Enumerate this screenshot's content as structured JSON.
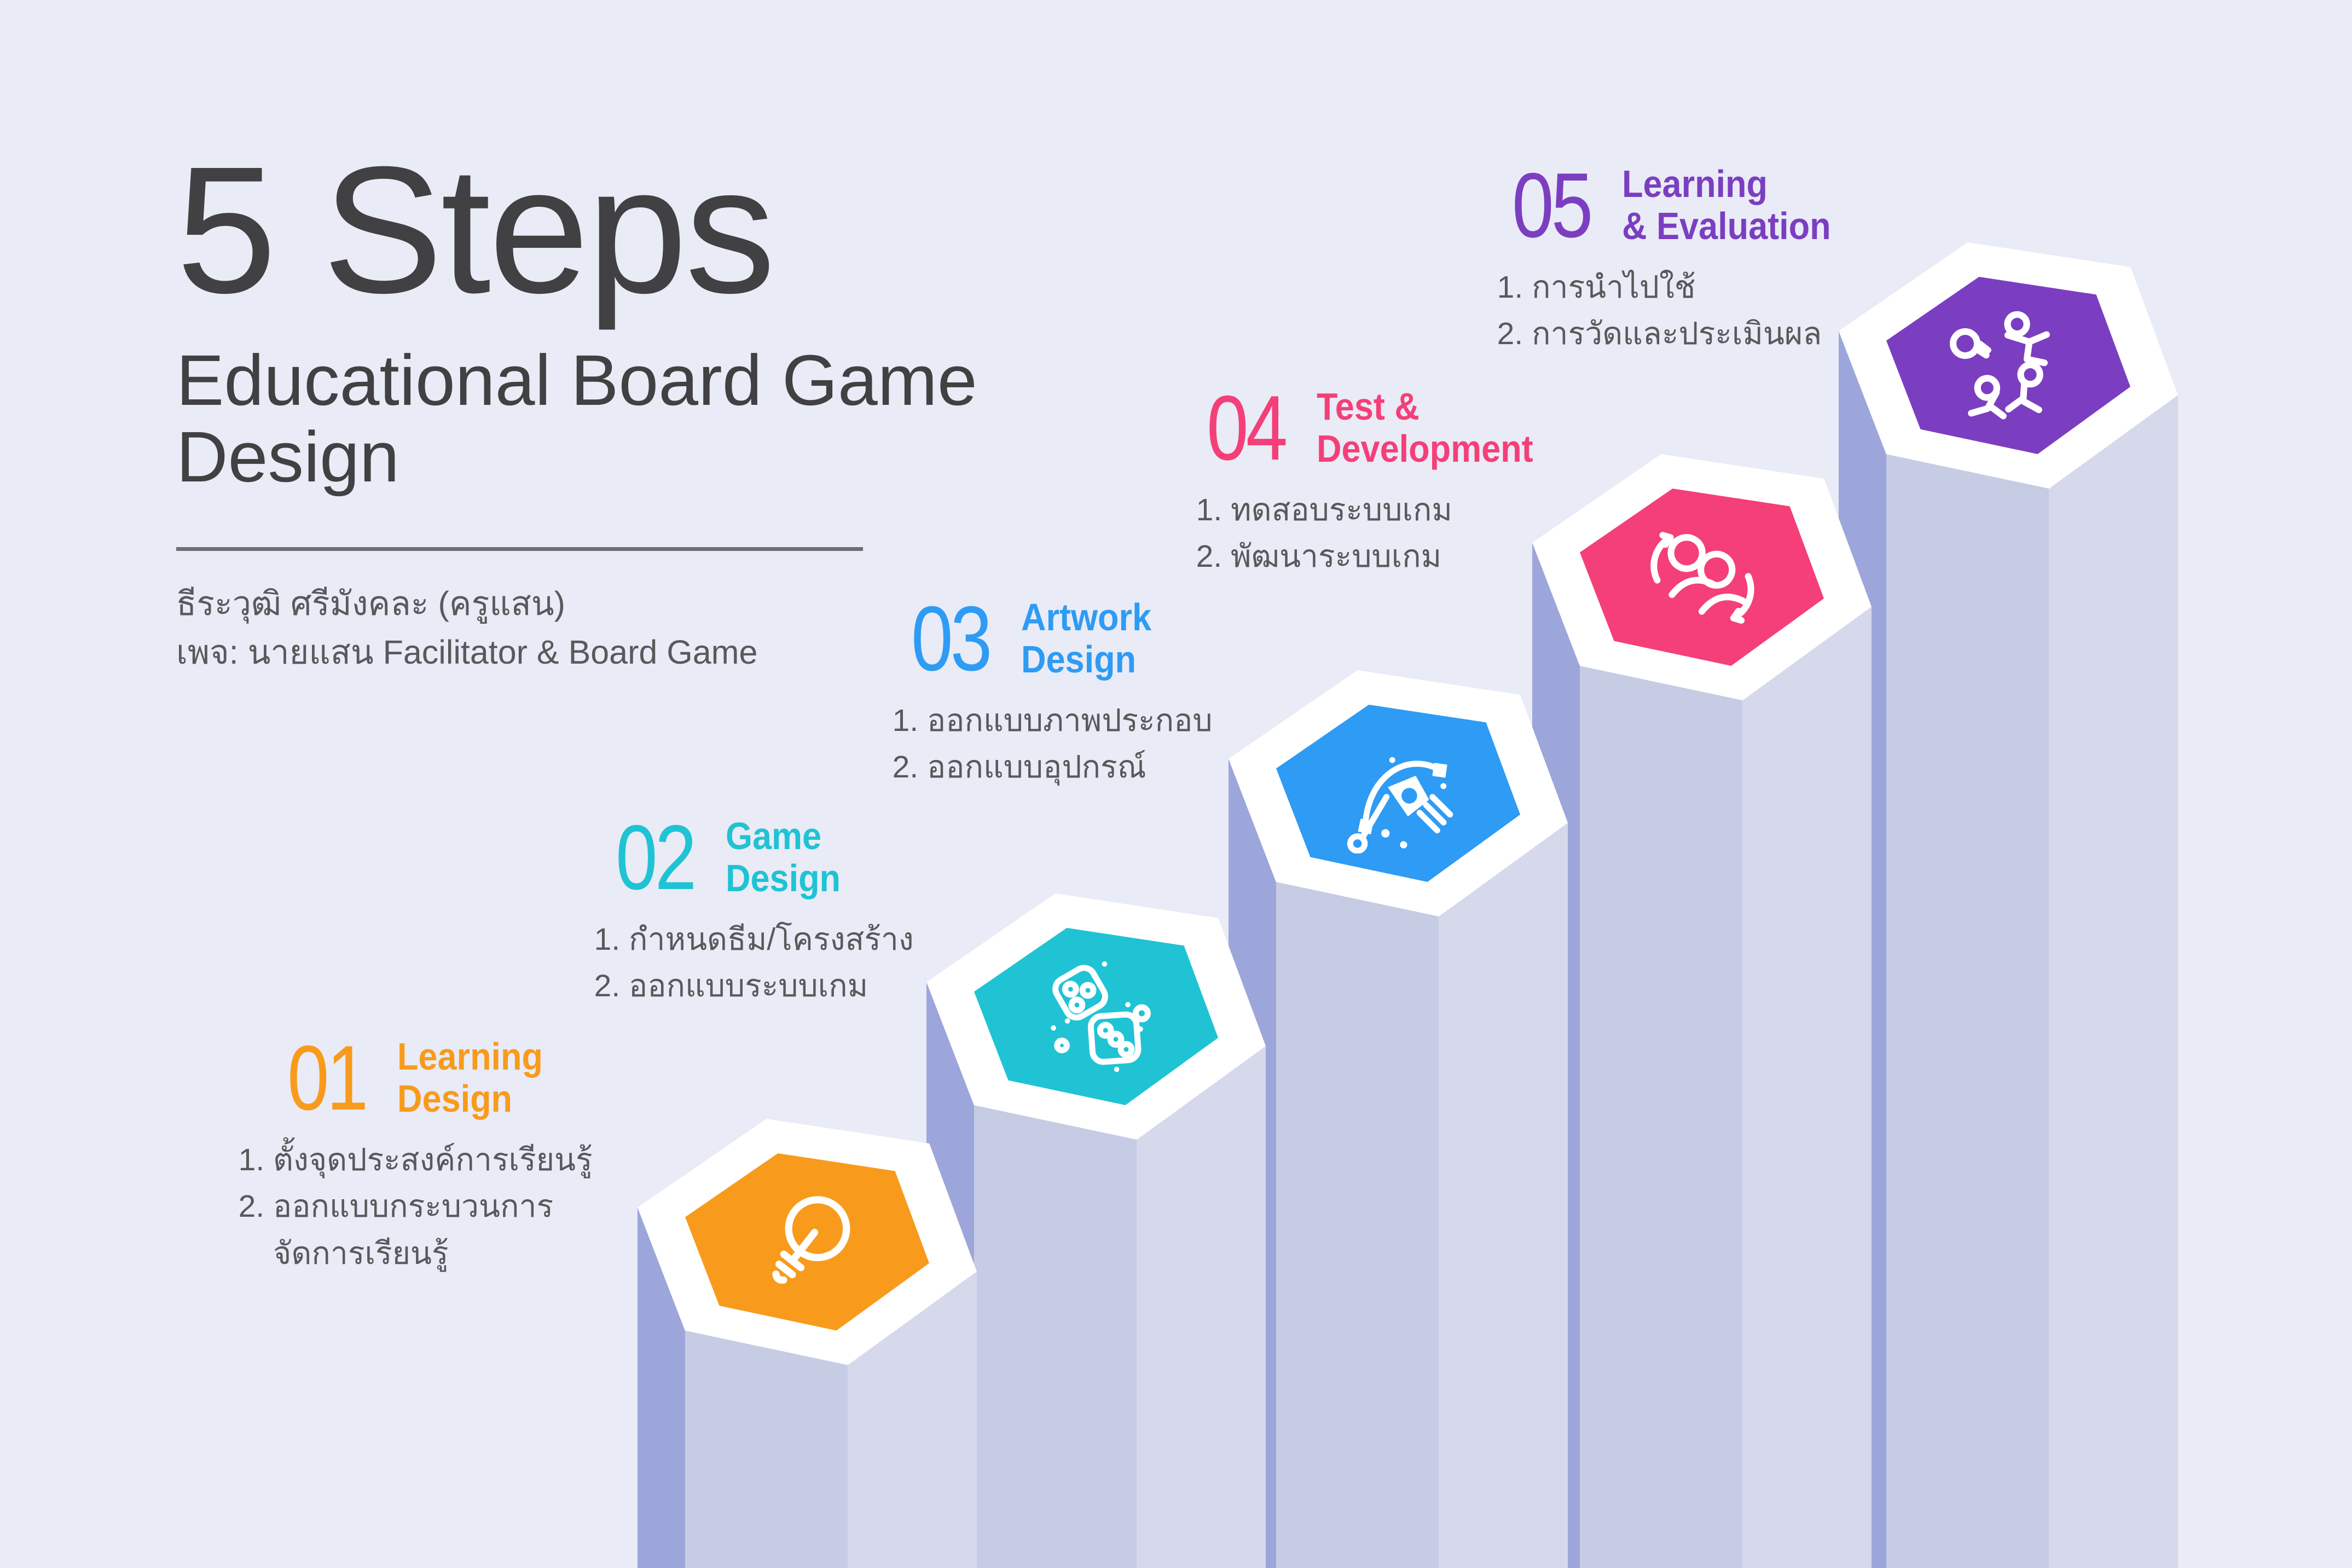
{
  "header": {
    "title": "5 Steps",
    "subtitle_line1": "Educational Board Game",
    "subtitle_line2": "Design",
    "author_line1": "ธีระวุฒิ  ศรีมังคละ (ครูแสน)",
    "author_line2": "เพจ: นายแสน Facilitator & Board Game"
  },
  "steps": [
    {
      "number": "01",
      "label_line1": "Learning",
      "label_line2": "Design",
      "color": "#F89B1C",
      "icon": "lightbulb-icon",
      "items": [
        "ตั้งจุดประสงค์การเรียนรู้",
        "ออกแบบกระบวนการ\nจัดการเรียนรู้"
      ]
    },
    {
      "number": "02",
      "label_line1": "Game",
      "label_line2": "Design",
      "color": "#1FC3D4",
      "icon": "dice-icon",
      "items": [
        "กำหนดธีม/โครงสร้าง",
        "ออกแบบระบบเกม"
      ]
    },
    {
      "number": "03",
      "label_line1": "Artwork",
      "label_line2": "Design",
      "color": "#2E9BF4",
      "icon": "pen-tool-icon",
      "items": [
        "ออกแบบภาพประกอบ",
        "ออกแบบอุปกรณ์"
      ]
    },
    {
      "number": "04",
      "label_line1": "Test &",
      "label_line2": "Development",
      "color": "#F43F78",
      "icon": "playtest-group-icon",
      "items": [
        "ทดสอบระบบเกม",
        "พัฒนาระบบเกม"
      ]
    },
    {
      "number": "05",
      "label_line1": "Learning",
      "label_line2": "& Evaluation",
      "color": "#7B3EC1",
      "icon": "collaboration-icon",
      "items": [
        "การนำไปใช้",
        "การวัดและประเมินผล"
      ]
    }
  ],
  "colors": {
    "background": "#E9EBF6",
    "pillar_dark_face": "#9CA6DB",
    "pillar_mid_face": "#C7CCE5",
    "pillar_light_face": "#D6D9EC",
    "platform": "#FFFFFF",
    "title_text": "#414042",
    "body_text": "#58595B",
    "divider": "#6D6E71"
  }
}
